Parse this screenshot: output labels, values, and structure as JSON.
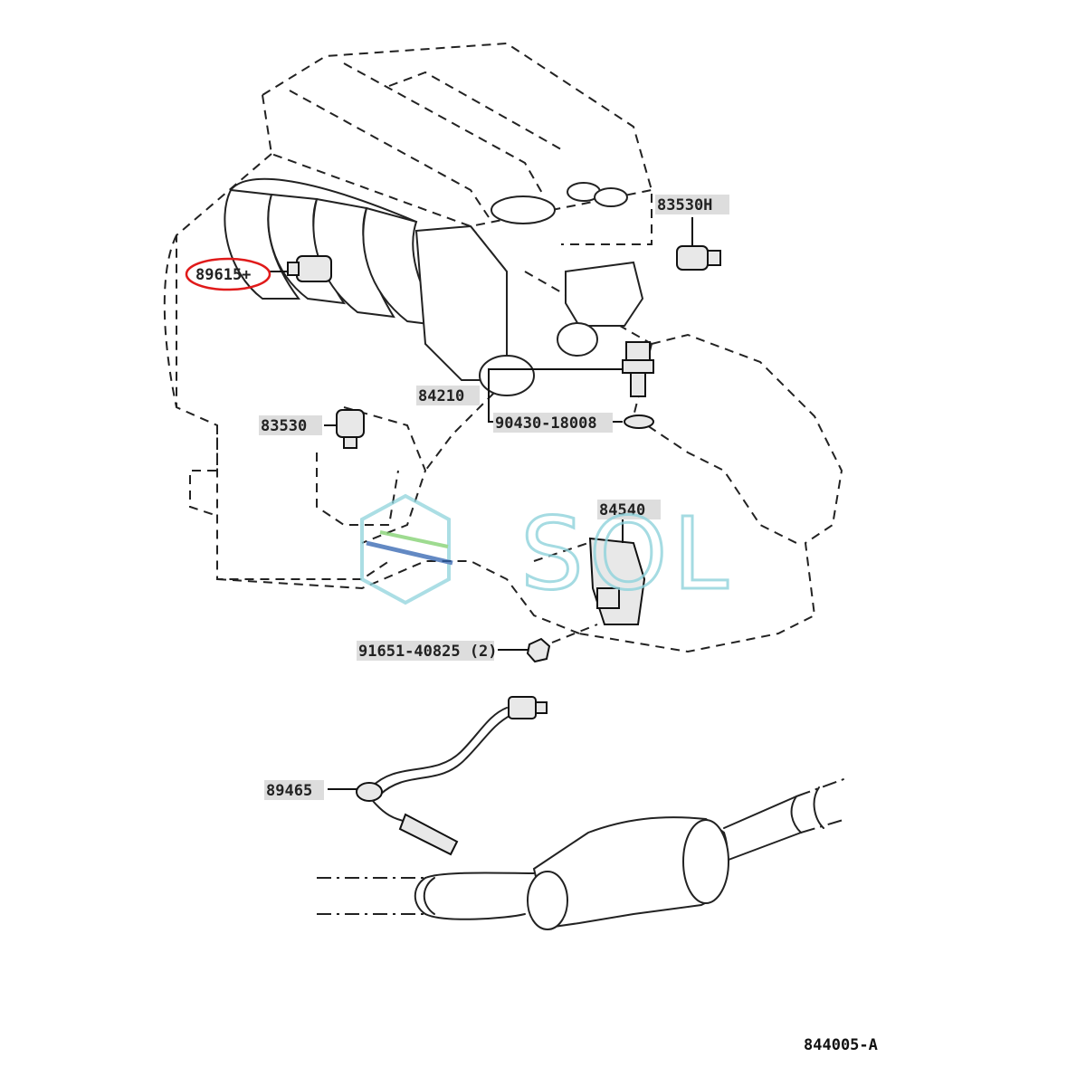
{
  "figure_id": "844005-A",
  "watermark": {
    "text": "SOL",
    "color": "#8fd3dc"
  },
  "highlight": {
    "target_part": "89615+",
    "color": "#e01a1a"
  },
  "parts": [
    {
      "id": "p89615",
      "number": "89615+"
    },
    {
      "id": "p83530h",
      "number": "83530H"
    },
    {
      "id": "p84210",
      "number": "84210"
    },
    {
      "id": "p90430",
      "number": "90430-18008"
    },
    {
      "id": "p83530",
      "number": "83530"
    },
    {
      "id": "p84540",
      "number": "84540"
    },
    {
      "id": "p91651",
      "number": "91651-40825 (2)"
    },
    {
      "id": "p89465",
      "number": "89465"
    }
  ]
}
